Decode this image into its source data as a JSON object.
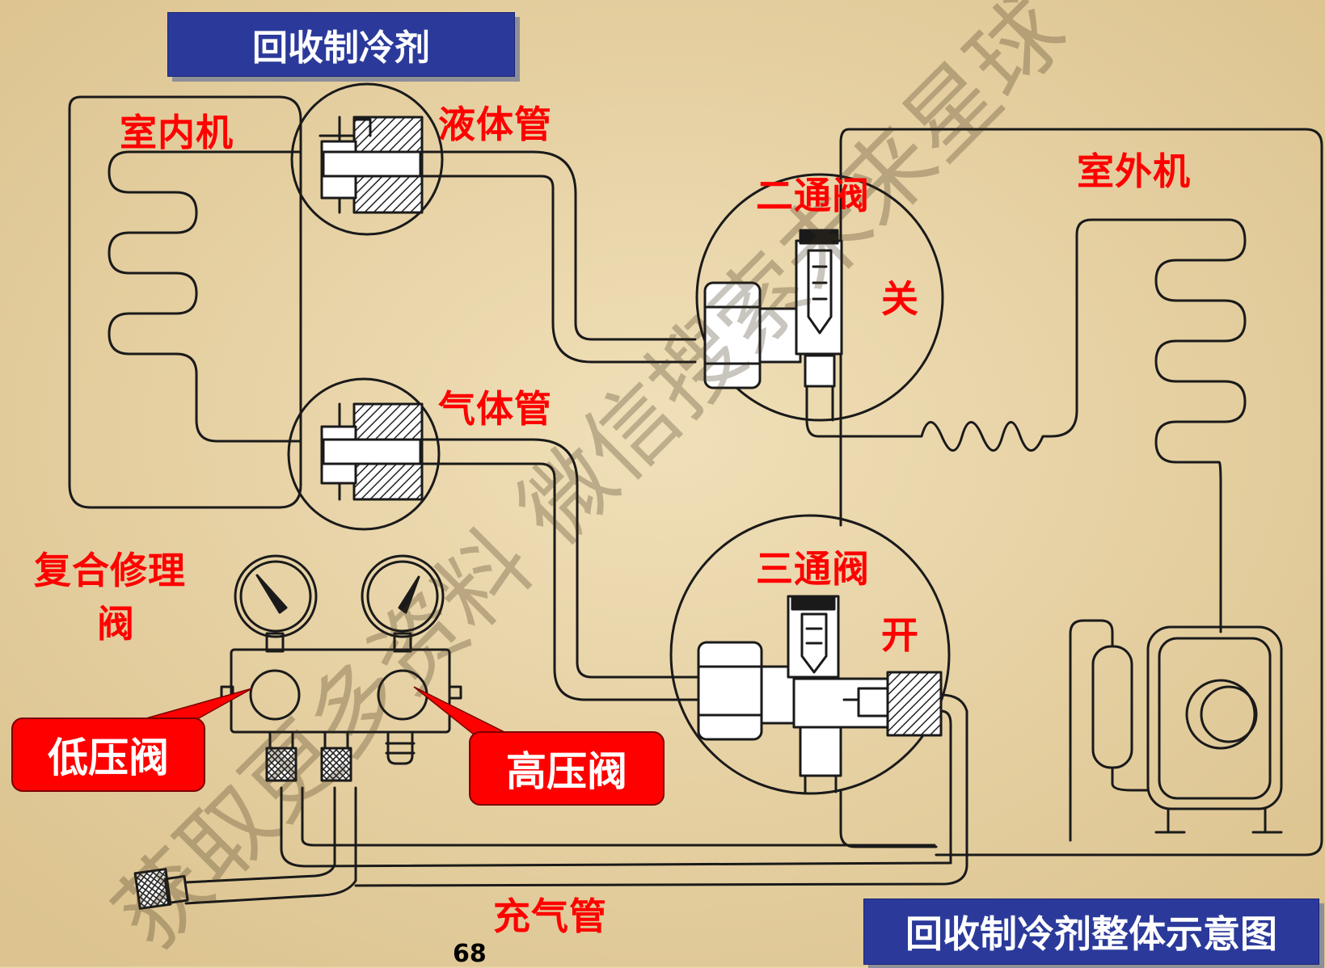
{
  "title": "回收制冷剂",
  "caption": "回收制冷剂整体示意图",
  "labels": {
    "indoor_unit": "室内机",
    "liquid_pipe": "液体管",
    "gas_pipe": "气体管",
    "outdoor_unit": "室外机",
    "two_way_valve": "二通阀",
    "two_way_state": "关",
    "three_way_valve": "三通阀",
    "three_way_state": "开",
    "manifold_line1": "复合修理",
    "manifold_line2": "阀",
    "charging_hose": "充气管"
  },
  "callouts": {
    "low_pressure_valve": "低压阀",
    "high_pressure_valve": "高压阀"
  },
  "page_number": "68",
  "watermark": "获取更多资料 微信搜索未来星球",
  "colors": {
    "label_red": "#ff0000",
    "title_blue": "#2b3a9a",
    "background": "#e8d3a5",
    "line": "#1a1a1a"
  }
}
